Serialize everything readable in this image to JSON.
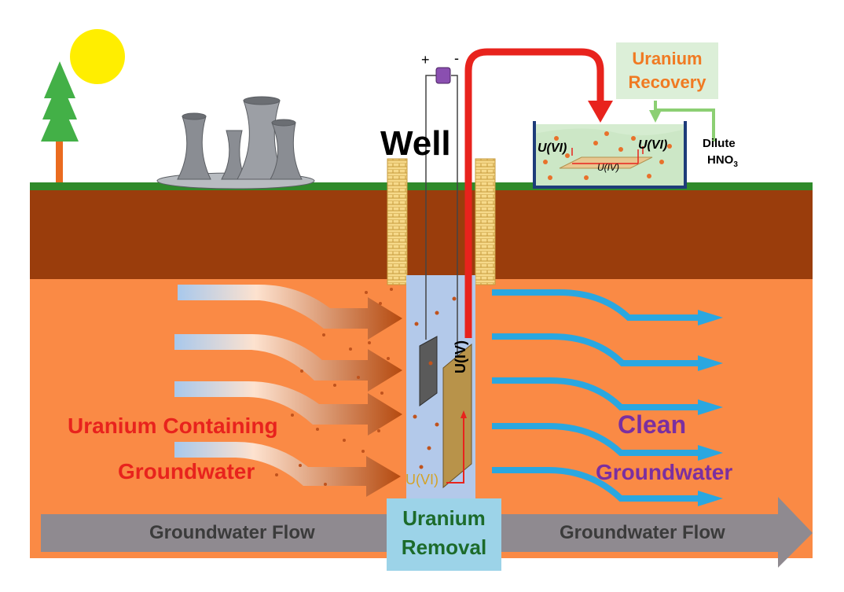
{
  "labels": {
    "well": "Well",
    "uranium_containing": "Uranium Containing",
    "groundwater_left": "Groundwater",
    "clean": "Clean",
    "groundwater_right": "Groundwater",
    "flow_left": "Groundwater Flow",
    "flow_right": "Groundwater Flow",
    "removal_line1": "Uranium",
    "removal_line2": "Removal",
    "recovery_line1": "Uranium",
    "recovery_line2": "Recovery",
    "dilute": "Dilute",
    "hno3": "HNO",
    "hno3_sub": "3",
    "u_vi_tank_left": "U(VI)",
    "u_vi_tank_right": "U(VI)",
    "u_iv_tank": "U(IV)",
    "u_vi_well": "U(VI)",
    "u_iv_well": "U(IV)",
    "plus": "+",
    "minus": "-"
  },
  "colors": {
    "sky": "#ffffff",
    "grass": "#2f8a2a",
    "topsoil": "#9a3d0c",
    "aquifer": "#fa8a45",
    "well_water": "#b3c9ea",
    "sun": "#ffee00",
    "red_pipe": "#e8231d",
    "clean_arrow": "#2aa7e0",
    "flow_bar": "#8f8a90",
    "uranium_particle": "#c0531d"
  },
  "icons": [
    "sun-icon",
    "tree-icon",
    "cooling-tower-icon",
    "power-supply-icon"
  ]
}
